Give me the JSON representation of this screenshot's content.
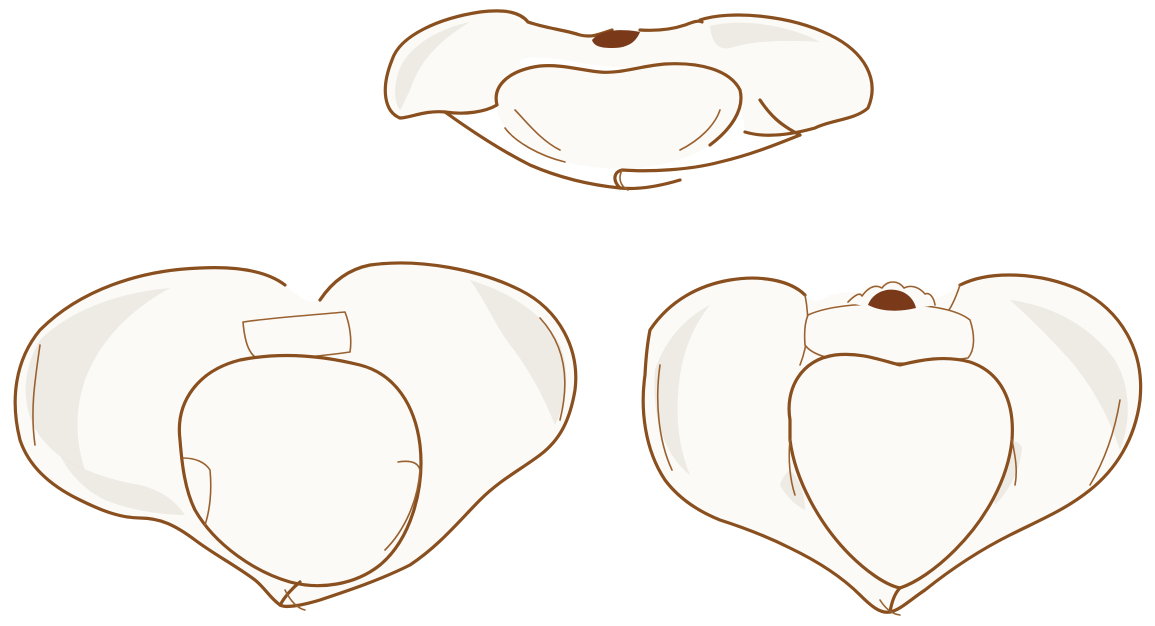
{
  "illustration": {
    "subject": "pelvis-outlines",
    "figures": [
      {
        "id": "top",
        "label": ""
      },
      {
        "id": "bottom-left",
        "label": ""
      },
      {
        "id": "bottom-right",
        "label": ""
      }
    ]
  },
  "colors": {
    "background": "#ffffff",
    "outline": "#8a4f1e",
    "shading": "#e9e6de",
    "sacrum_dark": "#7a3a1a"
  }
}
